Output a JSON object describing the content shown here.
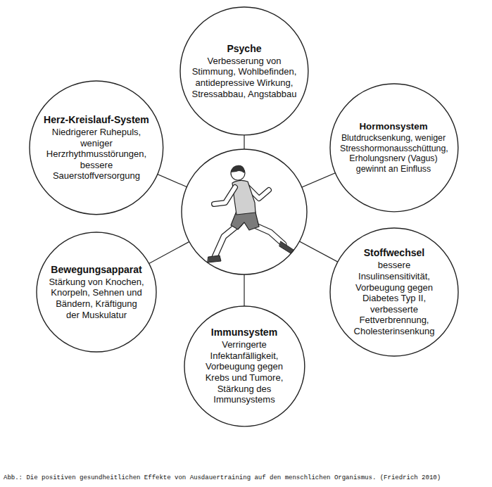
{
  "diagram": {
    "caption": "Abb.: Die positiven gesundheitlichen Effekte von Ausdauertraining auf den menschlichen Organismus. (Friedrich 2010)",
    "nodes": [
      {
        "text": [
          "Psyche",
          "Verbesserung von Stimmung, Wohlbefinden, antidepressive Wirkung, Stressabbau, Angstabbau"
        ]
      },
      {
        "text": [
          "Herz-Kreislauf-System",
          "Niedrigerer Ruhepuls, weniger Herzrhythmusstörungen, bessere Sauerstoffversorgung"
        ]
      },
      {
        "text": [
          "Hormonsystem",
          "Blutdrucksenkung, weniger Stresshormonausschüttung, Erholungsnerv (Vagus) gewinnt an Einfluss"
        ]
      },
      {
        "text": [
          "Bewegungsapparat",
          "Stärkung von Knochen, Knorpeln, Sehnen und Bändern, Kräftigung der Muskulatur"
        ]
      },
      {
        "text": [
          "Stoffwechsel",
          "bessere Insulinsensitivität, Vorbeugung gegen Diabetes Typ II, verbesserte Fettverbrennung, Cholesterinsenkung"
        ]
      },
      {
        "text": [
          "Immunsystem",
          "Verringerte Infektanfälligkeit, Vorbeugung gegen Krebs und Tumore, Stärkung des Immunsystems"
        ]
      }
    ]
  }
}
